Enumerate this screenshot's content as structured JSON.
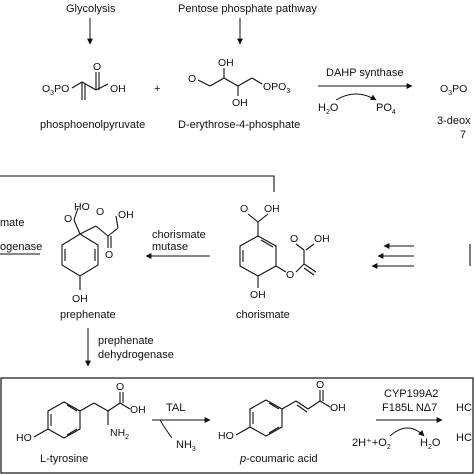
{
  "top": {
    "glycolysis": "Glycolysis",
    "ppp": "Pentose phosphate pathway",
    "pep": "phosphoenolpyruvate",
    "e4p": "D-erythrose-4-phosphate",
    "plus": "+",
    "dahp_enzyme": "DAHP synthase",
    "h2o": "H2O",
    "po4": "PO4",
    "product_line1": "3-deox",
    "product_line2": "7",
    "product_atom": "O3PO"
  },
  "middle": {
    "left_enzyme_line1": "mate",
    "left_enzyme_line2": "ogenase",
    "prephenate": "prephenate",
    "chorismate": "chorismate",
    "mutase_line1": "chorismate",
    "mutase_line2": "mutase",
    "pd_line1": "prephenate",
    "pd_line2": "dehydrogenase"
  },
  "bottom": {
    "tyrosine": "L-tyrosine",
    "tal": "TAL",
    "nh3": "NH3",
    "coumaric_italic": "p",
    "coumaric_rest": "-coumaric acid",
    "cyp_line1": "CYP199A2",
    "cyp_line2": "F185L NΔ7",
    "cofactor": "2H⁺+O2",
    "h2o": "H2O",
    "hc1": "HC",
    "hc2": "HC"
  },
  "atoms": {
    "O": "O",
    "OH": "OH",
    "HO": "HO",
    "NH2": "NH2",
    "P_O3": "O3PO",
    "OPO3": "OPO3"
  }
}
